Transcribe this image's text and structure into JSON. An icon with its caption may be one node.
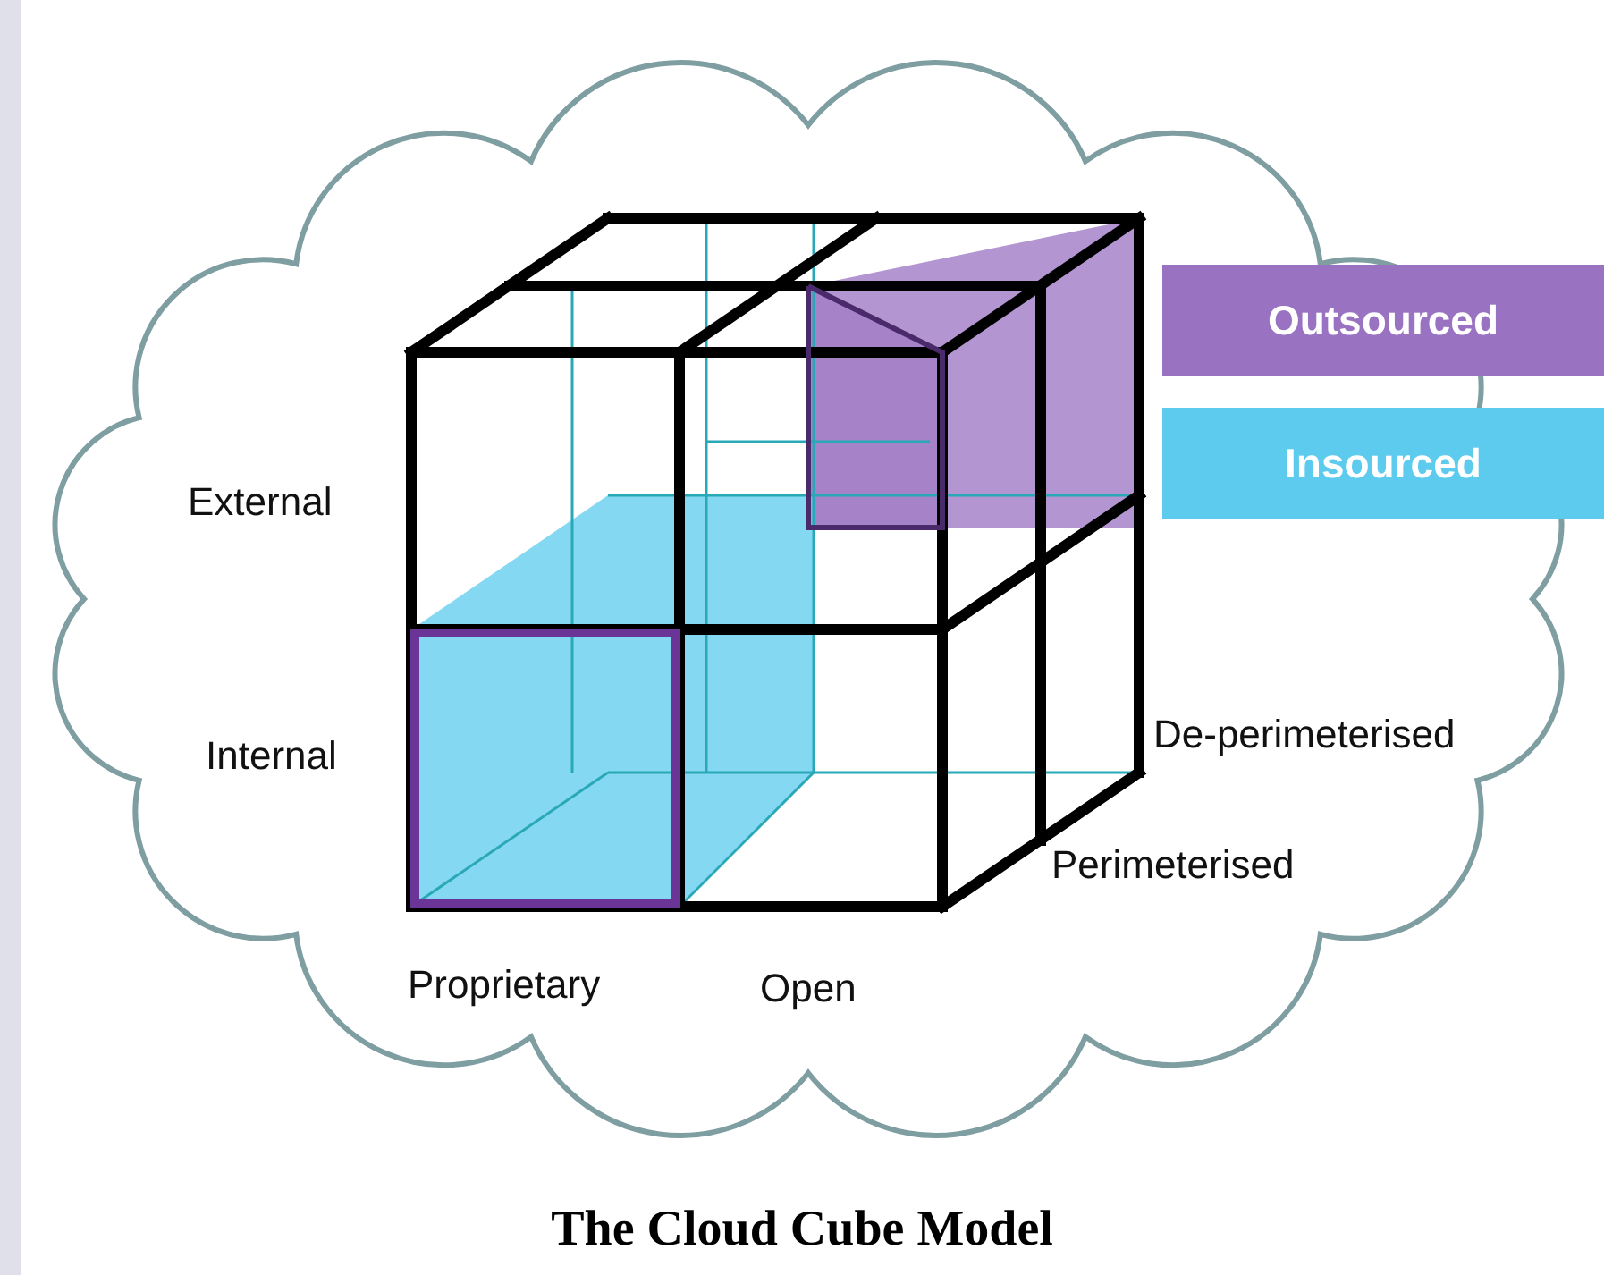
{
  "diagram": {
    "title": "The Cloud Cube Model",
    "labels": [
      "External",
      "Internal",
      "De-perimeterised",
      "Perimeterised",
      "Proprietary",
      "Open"
    ],
    "legend": [
      {
        "text": "Outsourced",
        "color": "#9a72c2"
      },
      {
        "text": "Insourced",
        "color": "#5ccbee"
      }
    ]
  }
}
